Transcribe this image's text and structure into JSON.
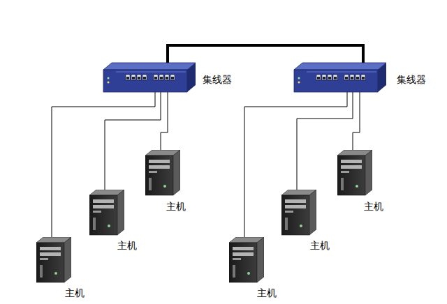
{
  "diagram": {
    "nodes": [
      {
        "text": [
          "集线器"
        ]
      },
      {
        "text": [
          "集线器"
        ]
      },
      {
        "text": [
          "主机"
        ]
      },
      {
        "text": [
          "主机"
        ]
      },
      {
        "text": [
          "主机"
        ]
      },
      {
        "text": [
          "主机"
        ]
      },
      {
        "text": [
          "主机"
        ]
      },
      {
        "text": [
          "主机"
        ]
      }
    ],
    "edges": [
      {
        "from": 0,
        "to": 1,
        "arrow": "none"
      },
      {
        "from": 0,
        "to": 2,
        "arrow": "none"
      },
      {
        "from": 0,
        "to": 3,
        "arrow": "none"
      },
      {
        "from": 0,
        "to": 4,
        "arrow": "none"
      },
      {
        "from": 1,
        "to": 5,
        "arrow": "none"
      },
      {
        "from": 1,
        "to": 6,
        "arrow": "none"
      },
      {
        "from": 1,
        "to": 7,
        "arrow": "none"
      }
    ]
  }
}
